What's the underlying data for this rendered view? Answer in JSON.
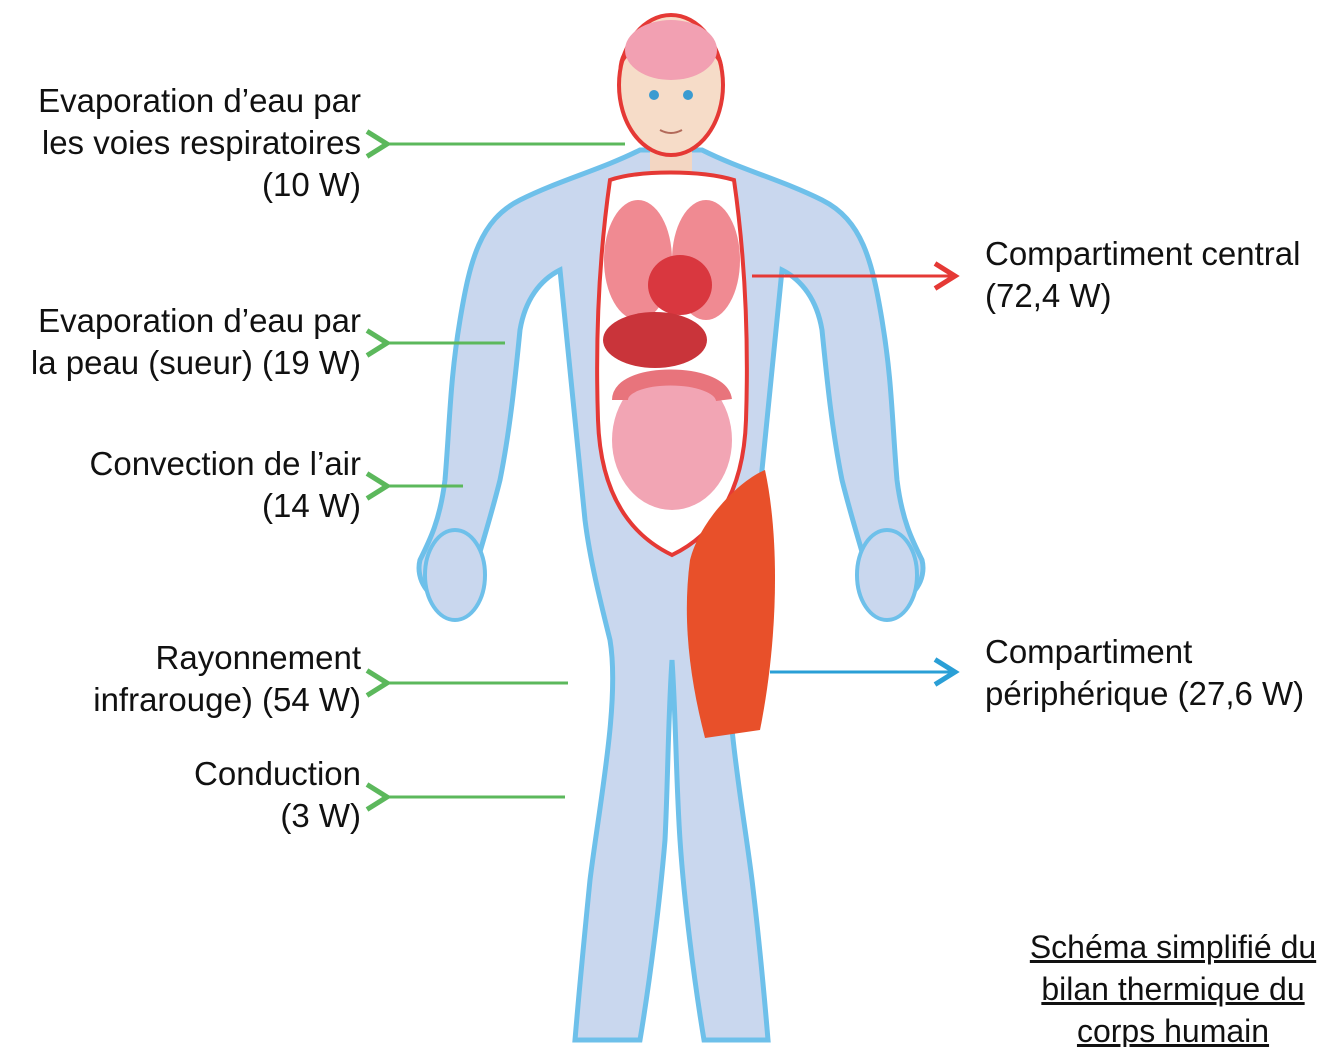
{
  "heat_losses": [
    {
      "id": "resp",
      "lines": [
        "Evaporation d’eau par",
        "les voies respiratoires",
        "(10 W)"
      ]
    },
    {
      "id": "skin",
      "lines": [
        "Evaporation d’eau par",
        "la peau (sueur) (19 W)"
      ]
    },
    {
      "id": "conv",
      "lines": [
        "Convection de l’air",
        "(14 W)"
      ]
    },
    {
      "id": "ir",
      "lines": [
        "Rayonnement",
        "infrarouge) (54 W)"
      ]
    },
    {
      "id": "cond",
      "lines": [
        "Conduction",
        "(3 W)"
      ]
    }
  ],
  "compartments": [
    {
      "id": "central",
      "lines": [
        "Compartiment central",
        "(72,4 W)"
      ],
      "color": "#e53935"
    },
    {
      "id": "peripheral",
      "lines": [
        "Compartiment",
        "périphérique (27,6 W)"
      ],
      "color": "#2a9fd6"
    }
  ],
  "caption": [
    "Schéma simplifié du",
    "bilan thermique du",
    "corps humain"
  ],
  "colors": {
    "loss_arrow": "#5cb85c",
    "body_fill": "#c9d7ee",
    "body_outline": "#6ec0ea",
    "organs": "#e8747c",
    "muscle": "#e8502a"
  }
}
